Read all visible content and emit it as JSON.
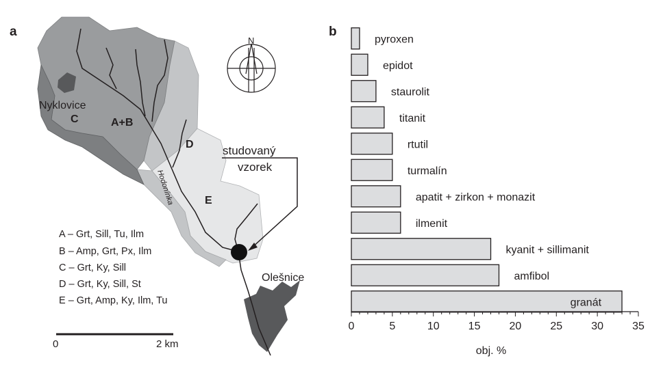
{
  "panel_a": {
    "label": "a",
    "regions": {
      "a_b": "A+B",
      "c": "C",
      "d": "D",
      "e": "E"
    },
    "places": {
      "nyklovice": "Nyklovice",
      "olesnice": "Olešnice"
    },
    "river": "Hodonínka",
    "sample_label_line1": "studovaný",
    "sample_label_line2": "vzorek",
    "north": "N",
    "legend": [
      "A – Grt, Sill, Tu, Ilm",
      "B – Amp, Grt, Px, Ilm",
      "C – Grt, Ky, Sill",
      "D – Grt, Ky, Sill, St",
      "E – Grt, Amp, Ky, Ilm, Tu"
    ],
    "scalebar": {
      "start": "0",
      "end": "2 km"
    },
    "colors": {
      "dark": "#555759",
      "mid": "#9a9c9e",
      "light": "#c3c5c7",
      "lighter": "#e6e7e8",
      "town": "#58595b"
    }
  },
  "panel_b": {
    "label": "b"
  },
  "chart_data": {
    "type": "bar",
    "orientation": "horizontal",
    "categories": [
      "pyroxen",
      "epidot",
      "staurolit",
      "titanit",
      "rtutil",
      "turmalín",
      "apatit + zirkon + monazit",
      "ilmenit",
      "kyanit + sillimanit",
      "amfibol",
      "granát"
    ],
    "values": [
      1,
      2,
      3,
      4,
      5,
      5,
      6,
      6,
      17,
      18,
      33
    ],
    "xlabel": "obj. %",
    "ylabel": "",
    "xlim": [
      0,
      35
    ],
    "xticks": [
      0,
      5,
      10,
      15,
      20,
      25,
      30,
      35
    ],
    "bar_color": "#dcdddf",
    "bar_edge": "#231f20"
  }
}
